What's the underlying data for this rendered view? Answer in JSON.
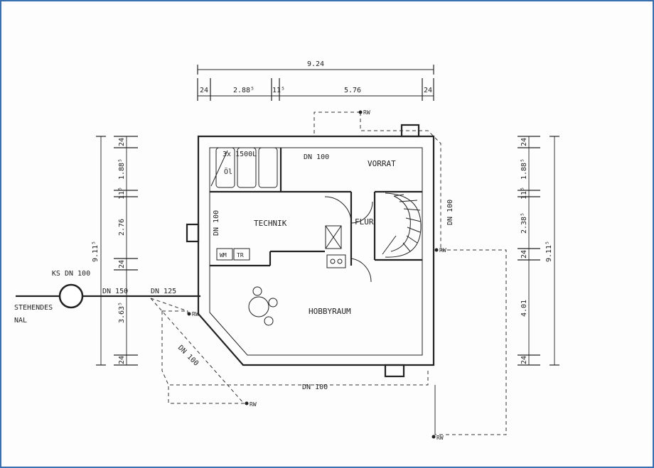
{
  "rooms": {
    "vorrat": "VORRAT",
    "technik": "TECHNIK",
    "flur": "FLUR",
    "hobbyraum": "HOBBYRAUM"
  },
  "tank": {
    "size": "3x 1500L",
    "label": "Öl"
  },
  "appliances": {
    "wm": "WM",
    "tr": "TR"
  },
  "pipes": {
    "dn100": "DN 100",
    "dn125": "DN 125",
    "dn150": "DN 150",
    "ks_dn100": "KS DN 100",
    "rw": "RW"
  },
  "sewer_label_lines": [
    "STEHENDES",
    "NAL"
  ],
  "dims": {
    "top_total": "9.24",
    "top_segments": [
      "24",
      "2.88⁵",
      "11⁵",
      "5.76",
      "24"
    ],
    "left_segments": [
      "24",
      "1.88⁵",
      "11⁵",
      "2.76",
      "24",
      "3.63⁵",
      "24"
    ],
    "left_total": "9.11⁵",
    "right_segments": [
      "24",
      "1.88⁵",
      "11⁵",
      "2.38⁵",
      "24",
      "4.01",
      "24"
    ],
    "right_total": "9.11⁵"
  }
}
